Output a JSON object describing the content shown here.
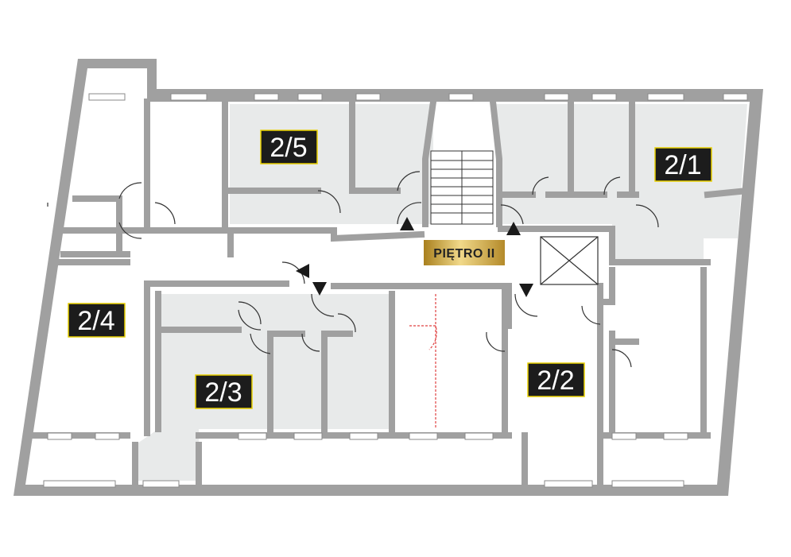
{
  "floor_label": "PIĘTRO II",
  "units": [
    {
      "id": "2/1",
      "label": "2/1"
    },
    {
      "id": "2/2",
      "label": "2/2"
    },
    {
      "id": "2/3",
      "label": "2/3"
    },
    {
      "id": "2/4",
      "label": "2/4"
    },
    {
      "id": "2/5",
      "label": "2/5"
    }
  ],
  "colors": {
    "wall": "#a0a0a0",
    "highlight_fill": "#e8eaea",
    "label_bg": "#1c1c1c",
    "label_border": "#e8d000",
    "floor_badge": "#c9a13c",
    "arrow": "#1a1a1a",
    "door_red": "#e04040"
  },
  "icons": [
    "staircase-icon",
    "elevator-shaft-icon",
    "entrance-arrow-icon"
  ]
}
